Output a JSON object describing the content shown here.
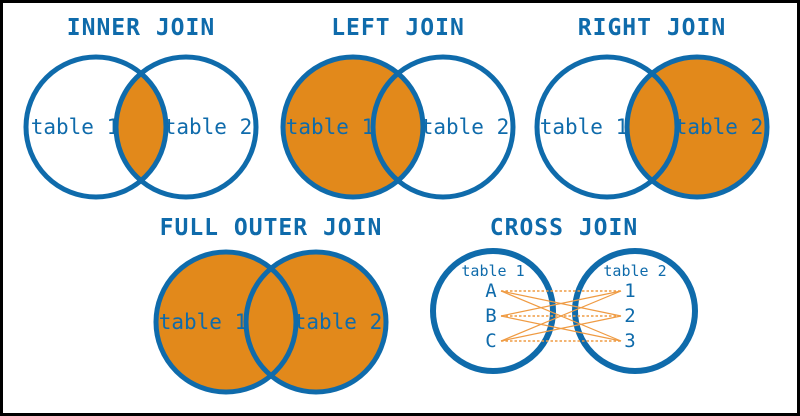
{
  "colors": {
    "blue": "#0F6BAB",
    "orange_fill": "#E2891B",
    "cross_line_orange": "#EF9B43",
    "frame_border": "#000000",
    "background": "#FFFFFF"
  },
  "diagrams": {
    "inner_join": {
      "title": "INNER JOIN",
      "left_label": "table 1",
      "right_label": "table 2",
      "shaded_region": "intersection"
    },
    "left_join": {
      "title": "LEFT JOIN",
      "left_label": "table 1",
      "right_label": "table 2",
      "shaded_region": "left circle"
    },
    "right_join": {
      "title": "RIGHT JOIN",
      "left_label": "table 1",
      "right_label": "table 2",
      "shaded_region": "right circle"
    },
    "full_outer_join": {
      "title": "FULL OUTER JOIN",
      "left_label": "table 1",
      "right_label": "table 2",
      "shaded_region": "both circles"
    },
    "cross_join": {
      "title": "CROSS JOIN",
      "left_label": "table 1",
      "right_label": "table 2",
      "left_rows": [
        "A",
        "B",
        "C"
      ],
      "right_rows": [
        "1",
        "2",
        "3"
      ],
      "connection": "every left row connects to every right row"
    }
  }
}
